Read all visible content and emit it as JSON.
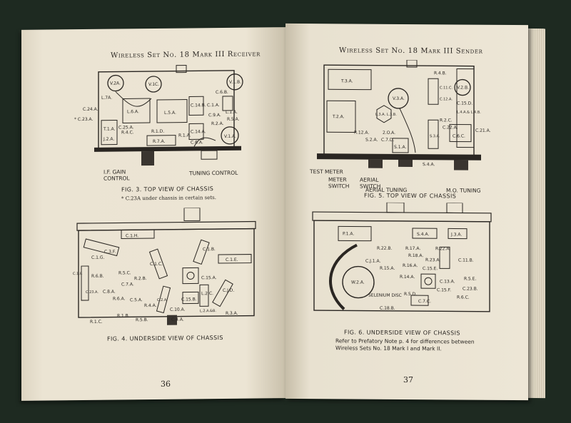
{
  "left_page": {
    "header": "Wireless Set No. 18 Mark III Receiver",
    "fig3_caption": "FIG. 3.  TOP VIEW OF CHASSIS",
    "fig3_note": "* C.23A under chassis in certain sets.",
    "fig3_labels": [
      "V.2A.",
      "V.1C.",
      "V.1.B.",
      "C.1.A.",
      "C.6.B.",
      "L.1.A.",
      "L.7A.",
      "C.24.A.",
      "* C.23.A.",
      "L.6.A.",
      "L.5.A.",
      "C.14.B.",
      "C.9.A.",
      "R.5.A.",
      "R.2.A.",
      "C.25.A.",
      "R.4.C.",
      "R.1.D.",
      "T.1.A.",
      "J.2.A.",
      "C.14.A.",
      "R.7.A.",
      "R.1.A.",
      "C.6.A.",
      "V.1.A."
    ],
    "gain_control": "I.F. GAIN CONTROL",
    "tuning_control": "TUNING CONTROL",
    "fig4_caption": "FIG. 4.  UNDERSIDE VIEW OF CHASSIS",
    "fig4_labels": [
      "C.1.H.",
      "C.3.F.",
      "C.1.G.",
      "C.1.F.",
      "C.1.C.",
      "C.1.B.",
      "C.1.E.",
      "R.6.B.",
      "R.5.C.",
      "R.2.B.",
      "C.7.A.",
      "C.23.A.",
      "C.8.A.",
      "R.6.A.",
      "C.5.A.",
      "C.15.A.",
      "C.15.B.",
      "L.2.C.",
      "C.J.D.",
      "R.4.A.",
      "C.2.A.",
      "C.10.A.",
      "L.2.A.&B.",
      "R.3.A.",
      "R.1.B.",
      "R.5.B.",
      "C.4.A.",
      "R.1.C."
    ],
    "page_number": "36"
  },
  "right_page": {
    "header": "Wireless Set No. 18 Mark III Sender",
    "fig5_caption": "FIG. 5.  TOP VIEW OF CHASSIS",
    "fig5_labels": [
      "T.3.A.",
      "R.4.B.",
      "V.2.B.",
      "V.3.A.",
      "C.11.C.",
      "C.12.A.",
      "C.15.D.",
      "L.4.A.& L.4.B.",
      "T.2.A.",
      "L.3.A. L.3.B.",
      "R.2.C.",
      "C.22.A.",
      "C.21.A.",
      "C.6.C.",
      "R.12.A.",
      "S.2.A.",
      "2.O.A.",
      "C.7.D.",
      "S.3.A.",
      "S.1.A.",
      "S.4.A."
    ],
    "test_meter": "TEST METER",
    "meter_switch": "METER SWITCH",
    "aerial_switch": "AERIAL SWITCH",
    "aerial_tuning": "AERIAL TUNING",
    "mo_tuning": "M.O. TUNING",
    "fig6_caption": "FIG. 6.  UNDERSIDE VIEW OF CHASSIS",
    "fig6_labels": [
      "P.1.A.",
      "S.4.A.",
      "J.3.A.",
      "R.22.B.",
      "R.17.A.",
      "R.22.A.",
      "R.18.A.",
      "C.J.1.A.",
      "R.23.A.",
      "C.11.B.",
      "R.16.A.",
      "R.15.A.",
      "C.15.E.",
      "R.14.A.",
      "C.13.A.",
      "R.5.E.",
      "W.2.A.",
      "C.15.F.",
      "C.23.B.",
      "R.6.C.",
      "R.5.D.",
      "C.7.C.",
      "C.18.B."
    ],
    "selenium_disc": "SELENIUM DISC",
    "fig6_note": "Refer to Prefatory Note p. 4 for differences between Wireless Sets No. 18 Mark I and Mark II.",
    "page_number": "37"
  }
}
